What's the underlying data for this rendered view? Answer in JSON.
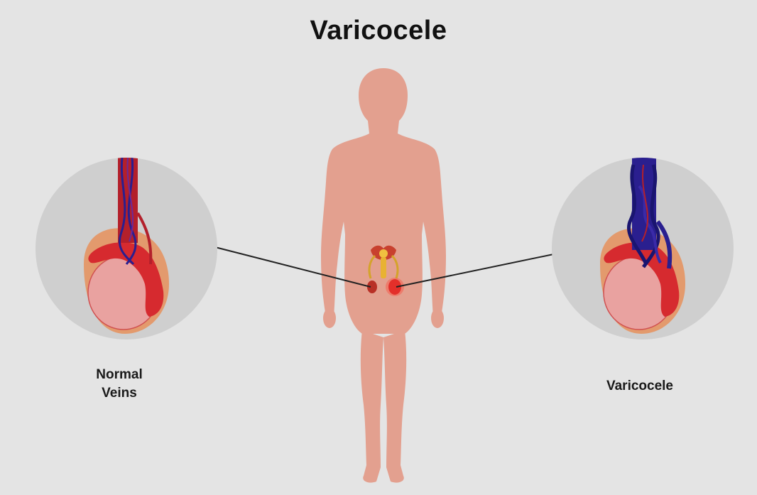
{
  "title": "Varicocele",
  "labels": {
    "left_line1": "Normal",
    "left_line2": "Veins",
    "right": "Varicocele"
  },
  "colors": {
    "background": "#e4e4e4",
    "body": "#e3a08f",
    "circle": "#cfcfcf",
    "scrotum": "#e39a6d",
    "testis": "#e9a2a0",
    "epididymis": "#d62a2f",
    "vein_red": "#b3202b",
    "vein_blue": "#2a1f8f"
  }
}
